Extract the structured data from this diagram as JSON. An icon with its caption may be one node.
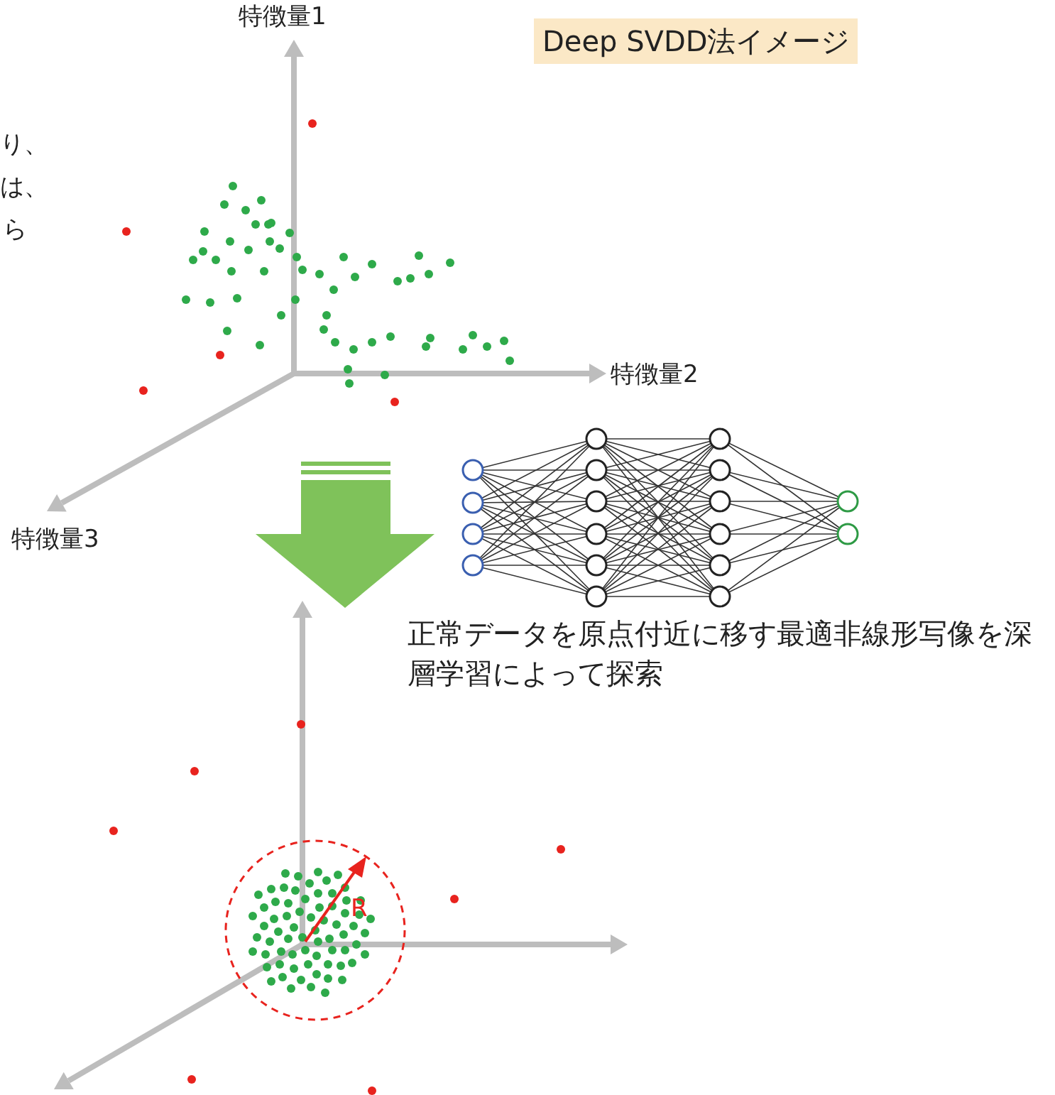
{
  "diagram": {
    "title": "Deep SVDD法イメージ",
    "labels": [
      "り、",
      "は、",
      "ら",
      "特徴量1",
      "特徴量2",
      "特徴量3",
      "正常データを原点付近に移す最適非線形写像を深層学習によって探索",
      "R"
    ]
  }
}
